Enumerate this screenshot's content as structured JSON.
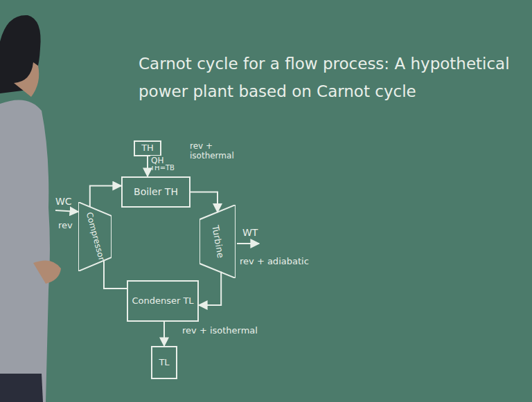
{
  "diagram": {
    "title": "Carnot cycle for a flow process: A hypothetical power plant based on Carnot cycle",
    "nodes": [
      {
        "text": [
          "TH"
        ]
      },
      {
        "text": [
          "Boiler TH"
        ]
      },
      {
        "text": [
          "Turbine"
        ]
      },
      {
        "text": [
          "Condenser TL"
        ]
      },
      {
        "text": [
          "Compressor"
        ]
      },
      {
        "text": [
          "TL"
        ]
      }
    ],
    "edges": [
      {
        "from": 0,
        "to": 1,
        "label": "QH",
        "arrow": "to"
      },
      {
        "from": 1,
        "to": 2,
        "arrow": "to"
      },
      {
        "from": 2,
        "to": 3,
        "arrow": "to"
      },
      {
        "from": 3,
        "to": 4,
        "arrow": "none"
      },
      {
        "from": 4,
        "to": 1,
        "arrow": "to"
      },
      {
        "from": 3,
        "to": 5,
        "arrow": "to"
      }
    ],
    "labels": [
      "TH=TB",
      "rev + isothermal",
      "WT",
      "rev + adiabatic",
      "rev + isothermal",
      "WC",
      "rev"
    ]
  }
}
